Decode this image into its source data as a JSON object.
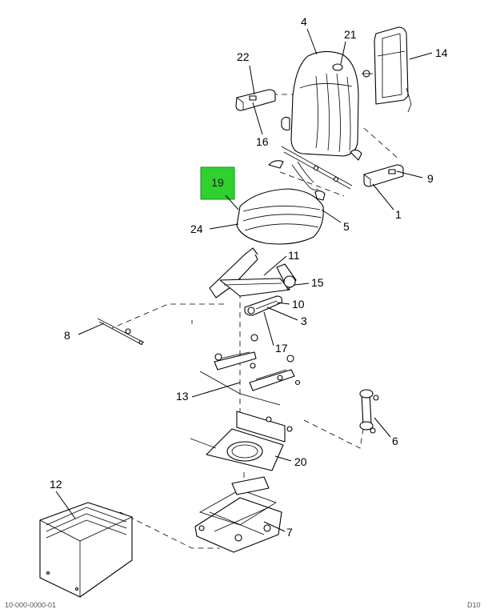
{
  "diagram": {
    "highlight_color": "#2ed12e",
    "callouts": {
      "c1": "1",
      "c4": "4",
      "c5": "5",
      "c6": "6",
      "c7": "7",
      "c8": "8",
      "c9": "9",
      "c10": "10",
      "c11": "11",
      "c12": "12",
      "c13": "13",
      "c14": "14",
      "c15": "15",
      "c16": "16",
      "c17": "17",
      "c3": "3",
      "c19": "19",
      "c20": "20",
      "c21": "21",
      "c22": "22",
      "c24": "24"
    },
    "footer_left": "10-000-0000-01",
    "footer_right": "D10"
  }
}
